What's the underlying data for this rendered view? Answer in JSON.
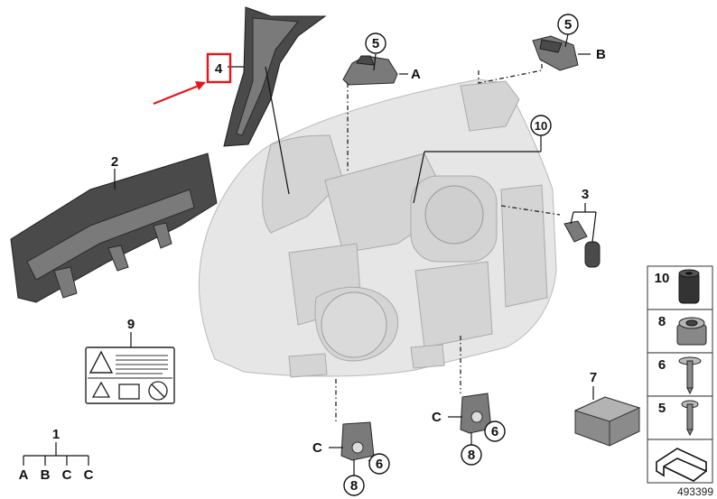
{
  "diagram_id": "493399",
  "callouts": {
    "c1": "1",
    "c2": "2",
    "c3": "3",
    "c4": "4",
    "c5a": "5",
    "c5b": "5",
    "c6a": "6",
    "c6b": "6",
    "c7": "7",
    "c8a": "8",
    "c8b": "8",
    "c9": "9",
    "c10": "10"
  },
  "letters": {
    "la": "A",
    "lb": "B",
    "lc1": "C",
    "lc2": "C"
  },
  "tree_leaves": [
    "A",
    "B",
    "C",
    "C"
  ],
  "legend": [
    "10",
    "8",
    "6",
    "5"
  ],
  "colors": {
    "highlight": "#e8141b",
    "outline": "#111111",
    "ghost": "#e6e6e6"
  }
}
